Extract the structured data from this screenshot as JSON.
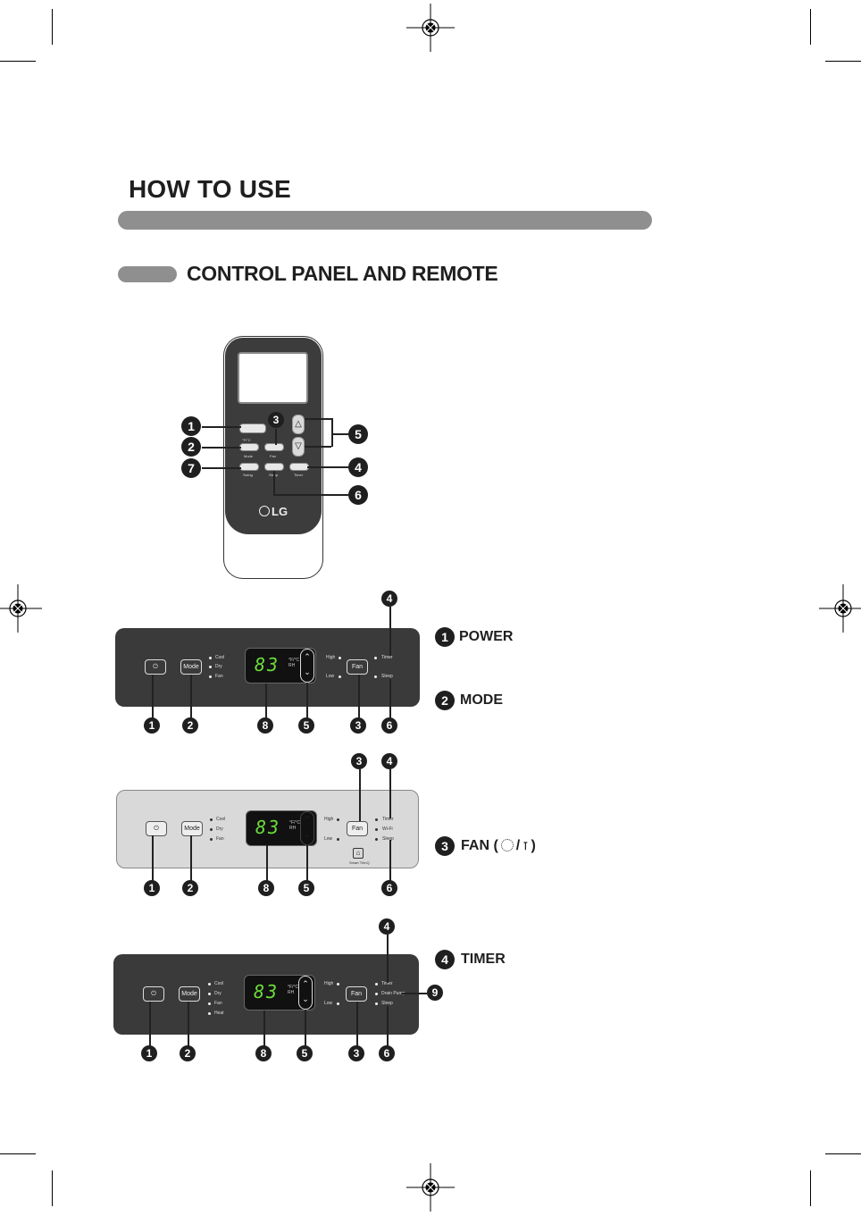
{
  "header": {
    "title": "HOW TO USE"
  },
  "section": {
    "title": "CONTROL PANEL AND REMOTE"
  },
  "remote": {
    "brand": "LG",
    "labels": {
      "power": "",
      "mode": "Mode",
      "fan": "Fan",
      "swing": "Swing",
      "sleep": "Sleep",
      "timer": "Timer",
      "toggle": "°F/°C"
    },
    "callouts": [
      "1",
      "2",
      "3",
      "4",
      "5",
      "6",
      "7"
    ]
  },
  "panel1": {
    "mode_button": "Mode",
    "fan_button": "Fan",
    "mode_labels": [
      "Cool",
      "Dry",
      "Fan"
    ],
    "display_value": "83",
    "display_units": "°F/°C",
    "display_sub": "RH",
    "fan_labels": [
      "High",
      "Low"
    ],
    "right_labels": [
      "Timer",
      "Sleep"
    ],
    "callouts_bottom": [
      "1",
      "2",
      "8",
      "5",
      "3",
      "6"
    ],
    "callouts_top": [
      "4"
    ]
  },
  "panel2": {
    "mode_button": "Mode",
    "fan_button": "Fan",
    "mode_labels": [
      "Cool",
      "Dry",
      "Fan"
    ],
    "display_value": "83",
    "display_units": "°F/°C",
    "display_sub": "RH",
    "fan_labels": [
      "High",
      "Low"
    ],
    "right_labels": [
      "Timer",
      "Wi-Fi",
      "Sleep"
    ],
    "wifi_caption": "Smart ThinQ",
    "callouts_bottom": [
      "1",
      "2",
      "8",
      "5",
      "6"
    ],
    "callouts_top": [
      "3",
      "4"
    ]
  },
  "panel3": {
    "mode_button": "Mode",
    "fan_button": "Fan",
    "mode_labels": [
      "Cool",
      "Dry",
      "Fan",
      "Heat"
    ],
    "display_value": "83",
    "display_units": "°F/°C",
    "display_sub": "RH",
    "fan_labels": [
      "High",
      "Low"
    ],
    "right_labels": [
      "Timer",
      "Drain Pump",
      "Sleep"
    ],
    "callouts_bottom": [
      "1",
      "2",
      "8",
      "5",
      "3",
      "6"
    ],
    "callouts_top": [
      "4"
    ],
    "callout_side": "9"
  },
  "legend": [
    {
      "num": "1",
      "label": "POWER"
    },
    {
      "num": "2",
      "label": "MODE"
    },
    {
      "num": "3",
      "label": "FAN (",
      "suffix": "/",
      "end": ")"
    },
    {
      "num": "4",
      "label": "TIMER"
    }
  ]
}
